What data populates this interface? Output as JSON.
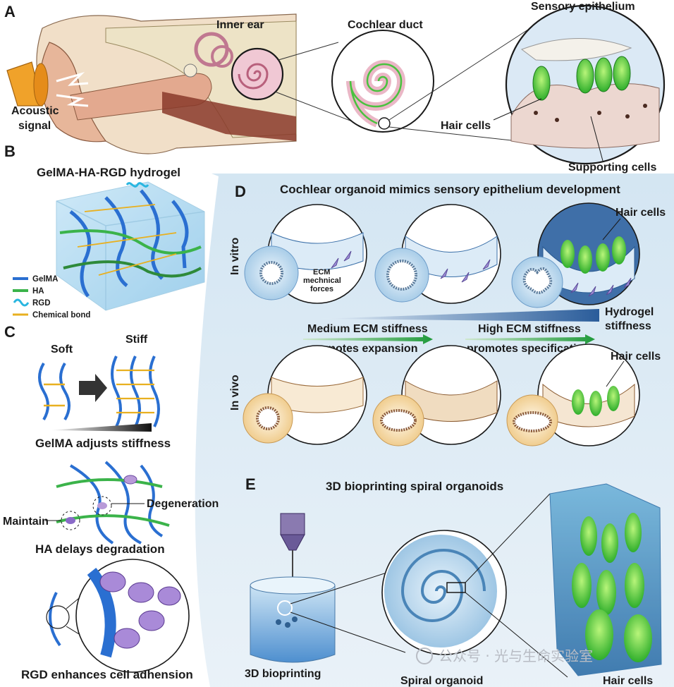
{
  "panels": {
    "a": "A",
    "b": "B",
    "c": "C",
    "d": "D",
    "e": "E"
  },
  "a": {
    "acoustic": [
      "Acoustic",
      "signal"
    ],
    "inner_ear": "Inner ear",
    "cochlear_duct": "Cochlear duct",
    "sensory_epithelium": "Sensory epithelium",
    "hair_cells": "Hair cells",
    "supporting_cells": "Supporting cells"
  },
  "b": {
    "title": "GelMA-HA-RGD hydrogel",
    "legend": [
      {
        "label": "GelMA",
        "color": "#2a6fd1"
      },
      {
        "label": "HA",
        "color": "#3bb34a"
      },
      {
        "label": "RGD",
        "color": "#29b6e0"
      },
      {
        "label": "Chemical bond",
        "color": "#e8b020"
      }
    ]
  },
  "c": {
    "soft": "Soft",
    "stiff": "Stiff",
    "gelma_caption": "GelMA adjusts stiffness",
    "maintain": "Maintain",
    "degeneration": "Degeneration",
    "ha_caption": "HA delays degradation",
    "rgd_caption": "RGD enhances cell adhension"
  },
  "d": {
    "title": "Cochlear organoid mimics sensory epithelium development",
    "in_vitro": "In vitro",
    "in_vivo": "In vivo",
    "ecm": [
      "ECM",
      "mechnical",
      "forces"
    ],
    "hair_cells_top": "Hair cells",
    "hydrogel_stiffness": [
      "Hydrogel",
      "stiffness"
    ],
    "medium": [
      "Medium ECM stiffness",
      "promotes expansion"
    ],
    "high": [
      "High ECM stiffness",
      "promotes specification"
    ],
    "hair_cells_bottom": "Hair cells"
  },
  "e": {
    "title": "3D bioprinting spiral organoids",
    "bioprinting": "3D bioprinting",
    "spiral_organoid": "Spiral organoid",
    "hair_cells": "Hair cells"
  },
  "watermark": "公众号 · 光与生命实验室",
  "colors": {
    "gelma": "#2a6fd1",
    "ha": "#3bb34a",
    "rgd": "#29b6e0",
    "bond": "#e8b020",
    "panel_bg": "#d8e8f3",
    "hair_cell": "#4cd64a"
  }
}
